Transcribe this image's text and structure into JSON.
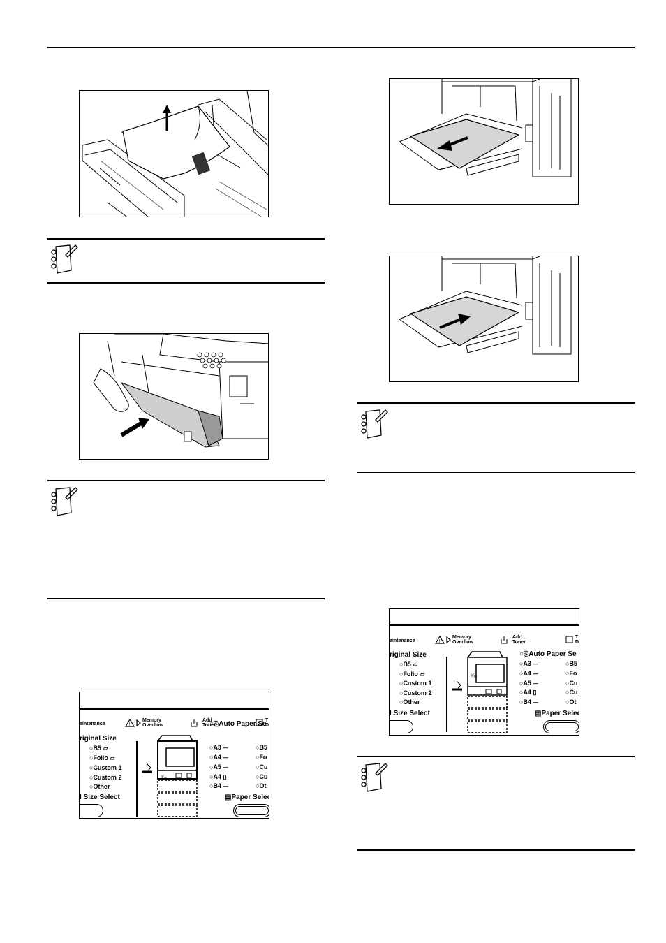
{
  "panels": [
    {
      "maintenance_label": "aintenance",
      "memory_overflow_l1": "Memory",
      "memory_overflow_l2": "Overflow",
      "add_toner_l1": "Add",
      "add_toner_l2": "Toner",
      "right_cut_label": "T",
      "right_cut_label2": "D",
      "original_size_title": "riginal Size",
      "original_sizes": [
        "B5",
        "Folio",
        "Custom 1",
        "Custom 2",
        "Other"
      ],
      "size_select_label": "l Size Select",
      "auto_paper_select": "Auto Paper Se",
      "paper_sizes": [
        "A3",
        "A4",
        "A5",
        "A4",
        "B4"
      ],
      "right_col_cut": [
        "B5",
        "Fo",
        "Cu",
        "Cu",
        "Ot"
      ],
      "paper_select_label": "Paper Selec"
    },
    {
      "maintenance_label": "aintenance",
      "memory_overflow_l1": "Memory",
      "memory_overflow_l2": "Overflow",
      "add_toner_l1": "Add",
      "add_toner_l2": "Toner",
      "right_cut_label": "T",
      "right_cut_label2": "D",
      "original_size_title": "riginal Size",
      "original_sizes": [
        "B5",
        "Folio",
        "Custom 1",
        "Custom 2",
        "Other"
      ],
      "size_select_label": "l Size Select",
      "auto_paper_select": "Auto Paper Se",
      "paper_sizes": [
        "A3",
        "A4",
        "A5",
        "A4",
        "B4"
      ],
      "right_col_cut": [
        "B5",
        "Fo",
        "Cu",
        "Cu",
        "Ot"
      ],
      "paper_select_label": "Paper Selec"
    }
  ]
}
